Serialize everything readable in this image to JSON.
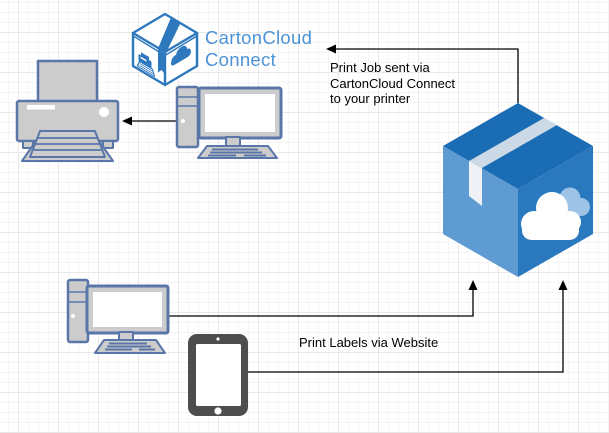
{
  "logo": {
    "title_line1": "CartonCloud",
    "title_line2": "Connect",
    "brand_color": "#4d92d6",
    "icon": "cartoncloud-connect-box-icon"
  },
  "annotations": {
    "print_job": "Print Job sent via\nCartonCloud Connect\nto your printer",
    "print_labels": "Print Labels via Website"
  },
  "nodes": [
    {
      "name": "printer",
      "icon": "printer-icon"
    },
    {
      "name": "desktop-workstation-top",
      "icon": "desktop-computer-icon"
    },
    {
      "name": "desktop-workstation-bottom",
      "icon": "desktop-computer-icon"
    },
    {
      "name": "tablet",
      "icon": "tablet-icon"
    },
    {
      "name": "cartoncloud-package",
      "icon": "package-box-cloud-icon"
    }
  ],
  "connectors": [
    {
      "name": "arrow-computer-to-printer",
      "from": "desktop-workstation-top",
      "to": "printer"
    },
    {
      "name": "arrow-package-to-printjob-annotation",
      "from": "cartoncloud-package",
      "to": "print-job-annotation"
    },
    {
      "name": "arrow-computer-to-package",
      "from": "desktop-workstation-bottom",
      "to": "cartoncloud-package"
    },
    {
      "name": "arrow-tablet-to-package",
      "from": "tablet",
      "to": "cartoncloud-package"
    }
  ],
  "colors": {
    "box_top": "#1a6cb5",
    "box_left": "#5f9bd3",
    "box_right": "#2a79bf",
    "tape": "#ccd9e6",
    "tape_flap": "#eef2f6",
    "cloud_main": "#ffffff",
    "cloud_secondary": "#9dc3e6",
    "device_fill": "#cccccc",
    "device_stroke": "#5a76a9",
    "tablet_body": "#4d4d4d",
    "arrow": "#000000",
    "logo_outline": "#2e78bd"
  }
}
